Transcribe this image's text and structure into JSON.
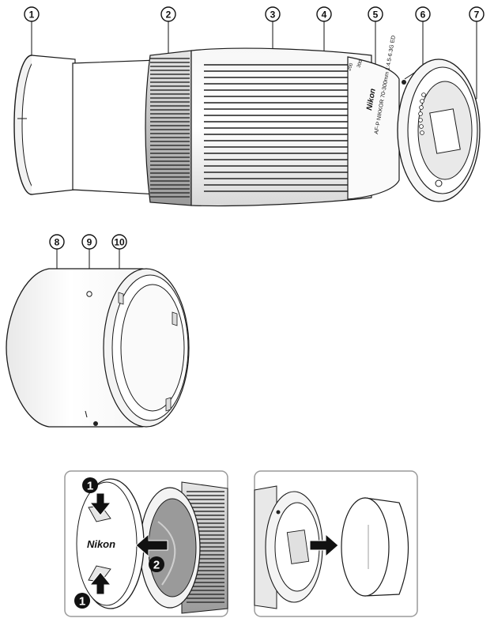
{
  "callouts": [
    "1",
    "2",
    "3",
    "4",
    "5",
    "6",
    "7",
    "8",
    "9",
    "10"
  ],
  "lens_text": {
    "brand": "Nikon",
    "model": "AF-P NIKKOR 70-300mm 1:4.5-6.3G ED",
    "focal_marks": [
      "300",
      "200"
    ]
  },
  "panels": {
    "front_cap": {
      "brand": "Nikon",
      "steps": [
        "1",
        "2",
        "1"
      ]
    },
    "rear_cap": {}
  },
  "colors": {
    "line": "#1a1a1a",
    "panel_border": "#9a9a9a",
    "badge": "#111111"
  }
}
